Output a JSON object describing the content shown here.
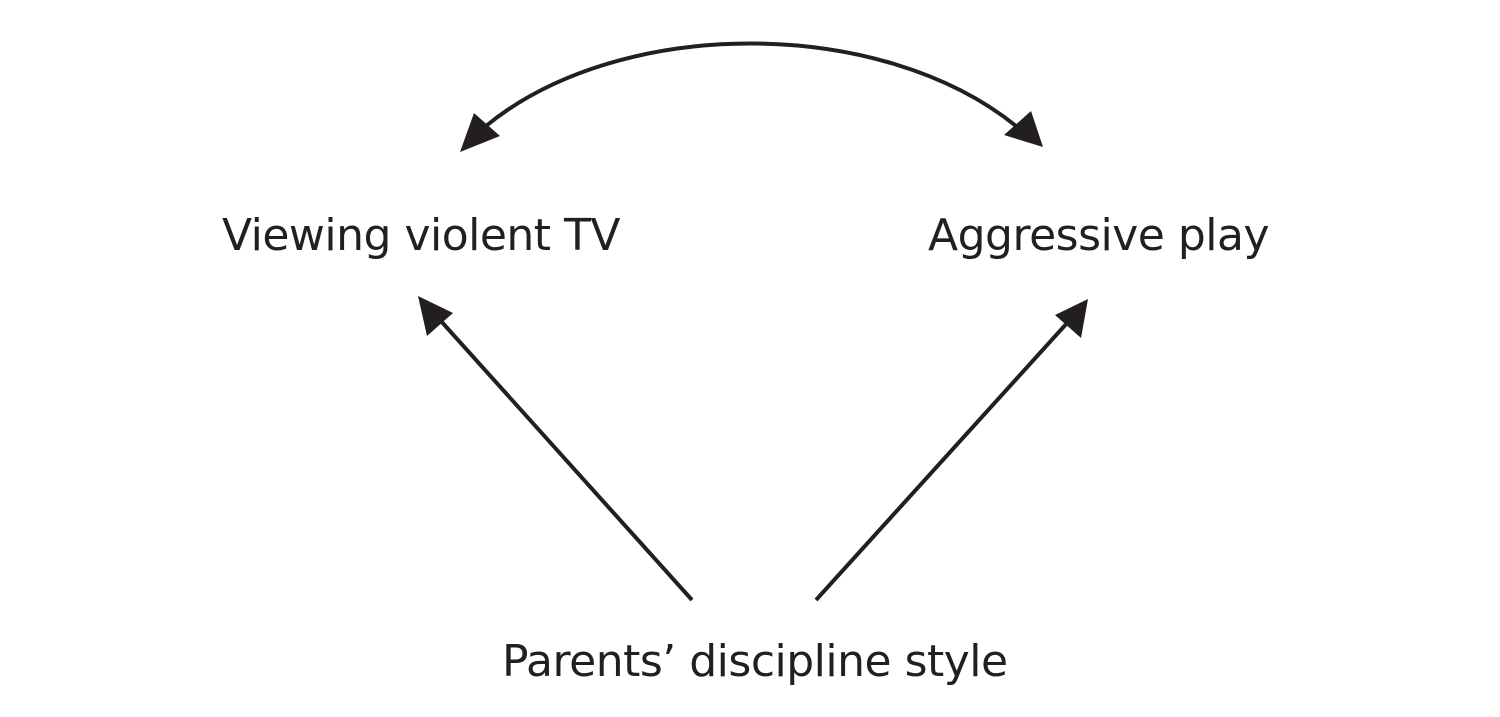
{
  "diagram": {
    "nodes": {
      "viewing_tv": "Viewing violent TV",
      "aggressive_play": "Aggressive play",
      "parents_style": "Parents’ discipline style"
    },
    "edges": [
      {
        "from": "viewing_tv",
        "to": "aggressive_play",
        "direction": "bidirectional",
        "shape": "arc"
      },
      {
        "from": "parents_style",
        "to": "viewing_tv",
        "direction": "forward",
        "shape": "straight"
      },
      {
        "from": "parents_style",
        "to": "aggressive_play",
        "direction": "forward",
        "shape": "straight"
      }
    ],
    "colors": {
      "ink": "#231f20",
      "background": "#ffffff"
    }
  }
}
